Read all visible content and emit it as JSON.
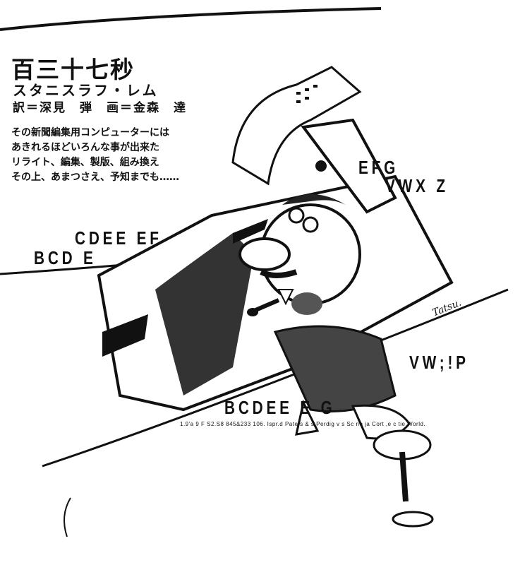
{
  "article": {
    "title": "百三十七秒",
    "author": "スタニスラフ・レム",
    "credits": "訳＝深見　弾　画＝金森　達",
    "lead": [
      "その新聞編集用コンピューターには",
      "あきれるほどいろんな事が出来た",
      "リライト、編集、製版、組み換え",
      "その上、あまつさえ、予知までも……"
    ]
  },
  "illustration": {
    "letters": [
      "EFG",
      "VWX Z",
      "CDEE EF",
      "BCD E",
      "VW;!P",
      "BCDEE E G"
    ],
    "printout_line": "1.9'a 9 F  S2.S8 845&233 106. Ispr.d   Pate s & s   Perdig v s  Sc ne ja Cort ,e  c tie World.",
    "signature": "Tatsu."
  }
}
